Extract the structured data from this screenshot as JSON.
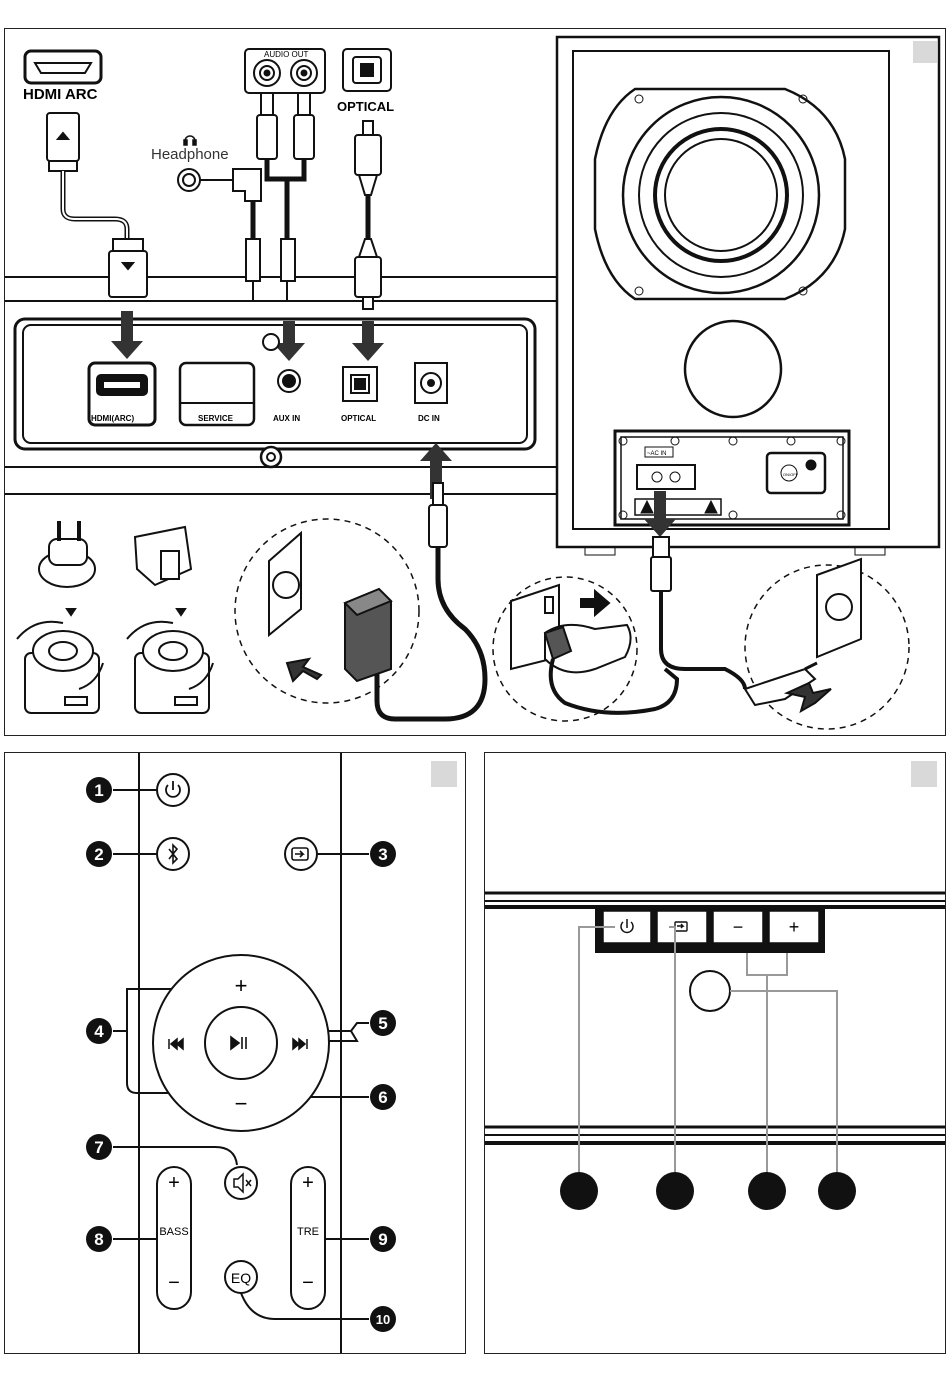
{
  "top": {
    "hdmi_arc": "HDMI ARC",
    "audio_out": "AUDIO OUT",
    "optical": "OPTICAL",
    "headphone": "Headphone",
    "ports": {
      "hdmi": "HDMI(ARC)",
      "service": "SERVICE",
      "aux": "AUX IN",
      "optical": "OPTICAL",
      "dc": "DC IN"
    },
    "ac_label": "~AC IN",
    "switch_label": "ON/OFF"
  },
  "remote": {
    "callouts": [
      "1",
      "2",
      "3",
      "4",
      "5",
      "6",
      "7",
      "8",
      "9",
      "10"
    ],
    "plus": "+",
    "minus": "−",
    "bass": "BASS",
    "treble": "TRE",
    "eq": "EQ"
  },
  "panel": {
    "minus": "−",
    "plus": "+"
  },
  "colors": {
    "line": "#111111",
    "gray_box": "#d9d9d9",
    "fill_dark": "#1a1a1a"
  }
}
